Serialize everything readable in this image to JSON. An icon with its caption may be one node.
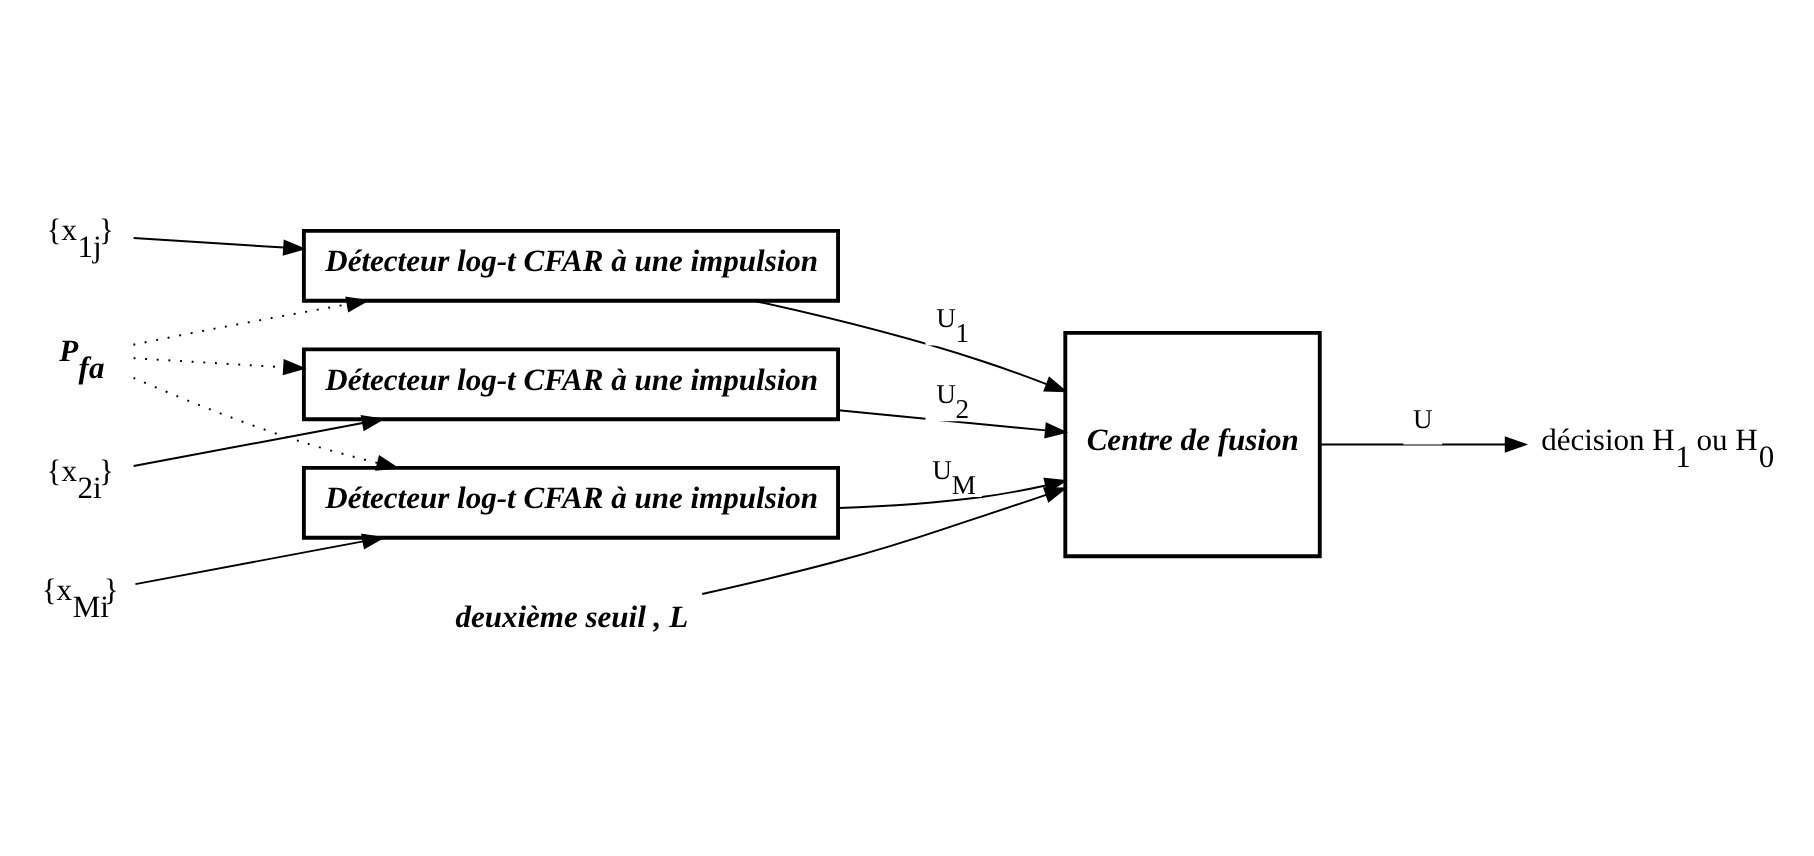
{
  "diagram": {
    "nodes": [
      {
        "text": [
          "{x$_{1j}$}"
        ]
      },
      {
        "text": [
          "Détecteur log-t CFAR à une impulsion"
        ]
      },
      {
        "text": [
          "{x$_{2i}$}"
        ]
      },
      {
        "text": [
          "Détecteur log-t CFAR à une impulsion"
        ]
      },
      {
        "text": [
          "{x$_{Mi}$}"
        ]
      },
      {
        "text": [
          "Détecteur log-t CFAR à une impulsion"
        ]
      },
      {
        "text": [
          "Centre de fusion"
        ]
      },
      {
        "text": [
          "deuxième seuil , L"
        ]
      },
      {
        "text": [
          "P$_{fa}$"
        ]
      },
      {
        "text": [
          "décision H$_{1}$ ou H$_{0}$"
        ]
      }
    ],
    "edges": [
      {
        "from": 0,
        "to": 1,
        "arrow": "to"
      },
      {
        "from": 2,
        "to": 3,
        "arrow": "to"
      },
      {
        "from": 4,
        "to": 5,
        "arrow": "to"
      },
      {
        "from": 8,
        "to": 1,
        "arrow": "to",
        "style": "dashed"
      },
      {
        "from": 8,
        "to": 3,
        "arrow": "to",
        "style": "dashed"
      },
      {
        "from": 8,
        "to": 5,
        "arrow": "to",
        "style": "dashed"
      },
      {
        "from": 1,
        "to": 6,
        "arrow": "to",
        "label": "U$_{1}$"
      },
      {
        "from": 3,
        "to": 6,
        "arrow": "to",
        "label": "U$_{2}$"
      },
      {
        "from": 5,
        "to": 6,
        "arrow": "to",
        "label": "U$_{M}$"
      },
      {
        "from": 7,
        "to": 6,
        "arrow": "to"
      },
      {
        "from": 6,
        "to": 9,
        "arrow": "to",
        "label": "U"
      }
    ]
  }
}
